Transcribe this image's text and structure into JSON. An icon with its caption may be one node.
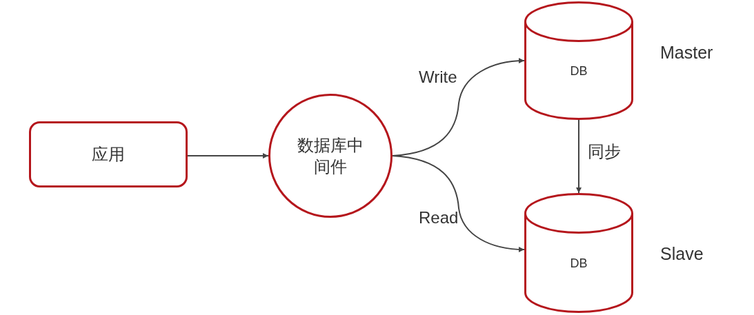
{
  "diagram": {
    "nodes": [
      {
        "text": [
          "应用"
        ]
      },
      {
        "text": [
          "数据库中间件"
        ]
      },
      {
        "text": [
          "DB"
        ],
        "beside": [
          "Master"
        ]
      },
      {
        "text": [
          "DB"
        ],
        "beside": [
          "Slave"
        ]
      }
    ],
    "edges": [
      {
        "from": 0,
        "to": 1,
        "arrow": "to"
      },
      {
        "from": 1,
        "to": 2,
        "arrow": "to",
        "label": "Write"
      },
      {
        "from": 1,
        "to": 3,
        "arrow": "to",
        "label": "Read"
      },
      {
        "from": 2,
        "to": 3,
        "arrow": "to",
        "label": "同步"
      }
    ]
  }
}
